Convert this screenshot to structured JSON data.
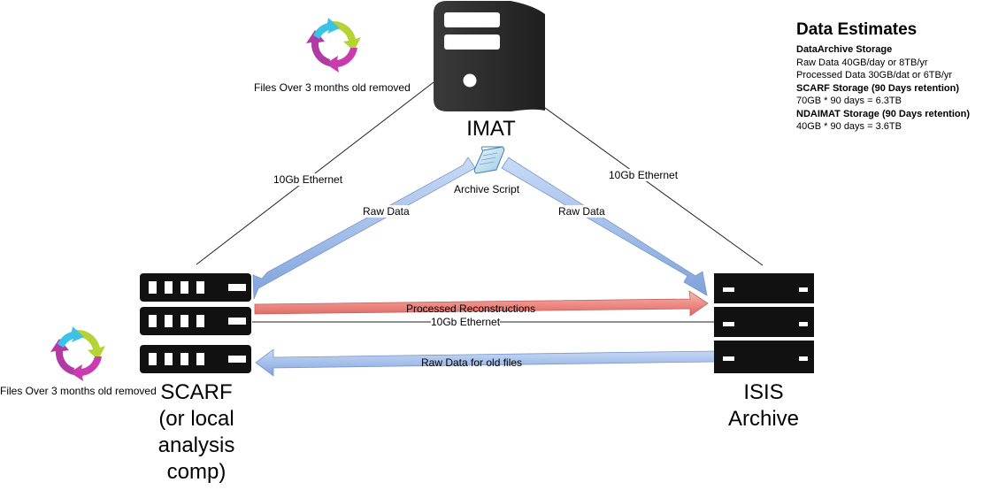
{
  "nodes": {
    "imat": {
      "title": "IMAT"
    },
    "scarf": {
      "title_lines": [
        "SCARF",
        "(or local",
        "analysis",
        "comp)"
      ]
    },
    "isis": {
      "title_lines": [
        "ISIS",
        "Archive"
      ]
    }
  },
  "labels": {
    "eth_left": "10Gb Ethernet",
    "eth_right": "10Gb Ethernet",
    "eth_bottom": "10Gb Ethernet",
    "archive_script": "Archive Script",
    "raw_data_left": "Raw Data",
    "raw_data_right": "Raw Data",
    "processed": "Processed Reconstructions",
    "raw_old": "Raw Data for old files",
    "files_removed_top": "Files Over 3 months old removed",
    "files_removed_bottom": "Files Over 3 months old removed"
  },
  "estimates": {
    "title": "Data Estimates",
    "lines": [
      {
        "text": "DataArchive Storage",
        "bold": true
      },
      {
        "text": "Raw Data 40GB/day or 8TB/yr",
        "bold": false
      },
      {
        "text": "Processed Data 30GB/dat or 6TB/yr",
        "bold": false
      },
      {
        "text": "SCARF Storage (90 Days retention)",
        "bold": true
      },
      {
        "text": "70GB * 90 days = 6.3TB",
        "bold": false
      },
      {
        "text": "NDAIMAT Storage (90 Days retention)",
        "bold": true
      },
      {
        "text": "40GB * 90 days = 3.6TB",
        "bold": false
      }
    ]
  },
  "colors": {
    "blue_arrow": "#9ebbe8",
    "blue_arrow_edge": "#6f94cf",
    "red_arrow": "#ef8a86",
    "red_arrow_edge": "#c95a55",
    "server": "#111111",
    "tower": "#2f2f2f",
    "cycle_green": "#b5d335",
    "cycle_cyan": "#3bc3e6",
    "cycle_magenta": "#c93bae"
  },
  "icons": {
    "imat": "tower-server-icon",
    "scarf": "rack-server-icon",
    "isis": "archive-server-icon",
    "script": "scroll-icon",
    "cycle": "recycle-cycle-icon"
  }
}
